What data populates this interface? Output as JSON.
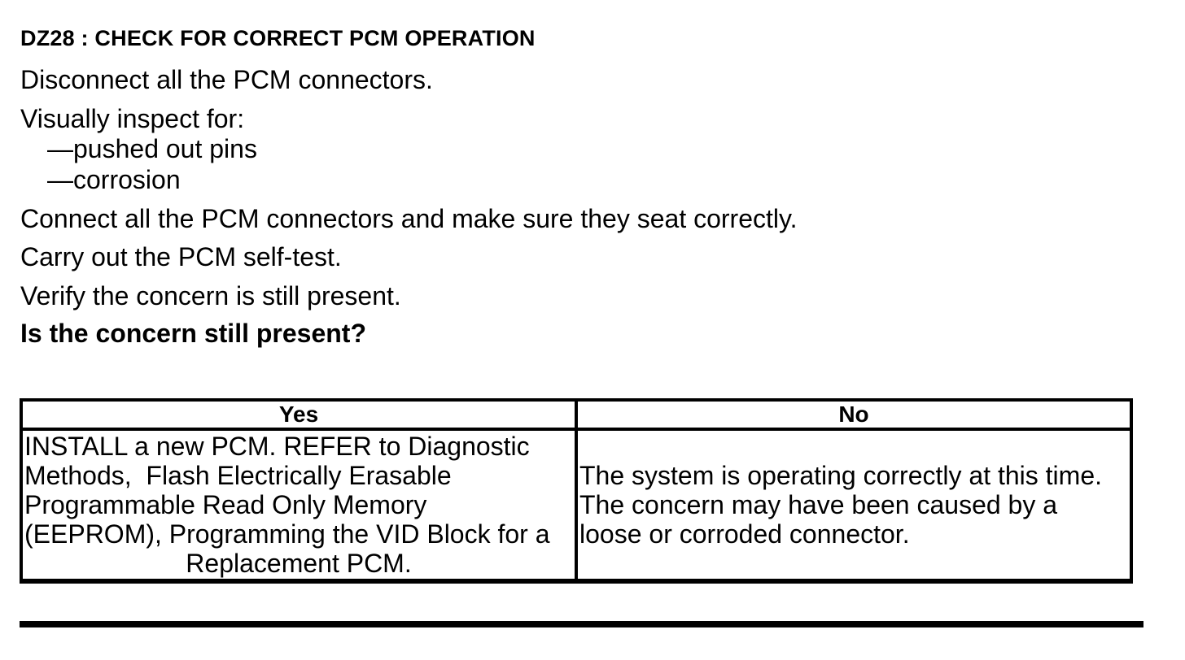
{
  "document": {
    "title": "DZ28 : CHECK FOR CORRECT PCM OPERATION",
    "steps": {
      "disconnect": "Disconnect all the PCM connectors.",
      "inspect_intro": "Visually inspect for:",
      "connect": "Connect all the PCM connectors and make sure they seat correctly.",
      "selftest": "Carry out the PCM self-test.",
      "verify": "Verify the concern is still present."
    },
    "inspect_items": [
      "—pushed out pins",
      "—corrosion"
    ],
    "question": "Is the concern still present?"
  },
  "results_table": {
    "yes_header": "Yes",
    "no_header": "No",
    "yes_lines": [
      "INSTALL a new PCM. REFER to Diagnostic",
      "Methods,  Flash Electrically Erasable",
      "Programmable Read Only Memory",
      "(EEPROM), Programming the VID Block for a",
      "Replacement PCM."
    ],
    "no_lines": [
      "The system is operating correctly at this time.",
      "The concern may have been caused by a",
      "loose or corroded connector."
    ]
  },
  "colors": {
    "text": "#000000",
    "background": "#ffffff",
    "border": "#000000"
  }
}
